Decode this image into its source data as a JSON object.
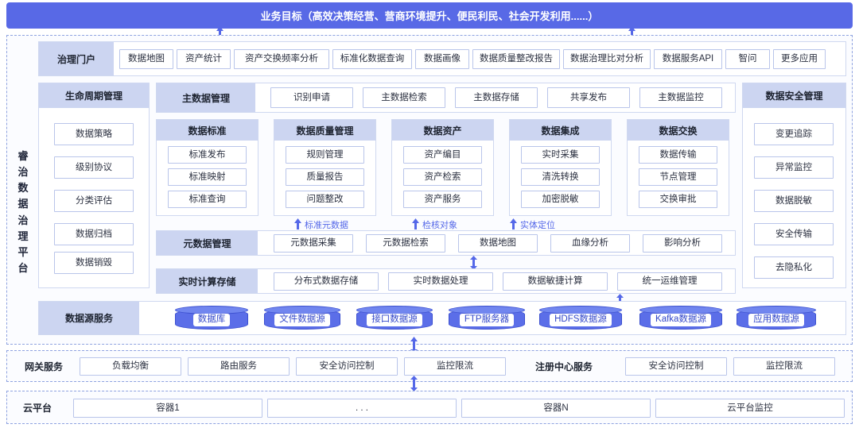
{
  "banner": {
    "title": "业务目标（高效决策经营、营商环境提升、便民利民、社会开发利用......）"
  },
  "side_title": {
    "chars": [
      "睿",
      "治",
      "数",
      "据",
      "治",
      "理",
      "平",
      "台"
    ],
    "full": "睿治数据治理平台"
  },
  "portal": {
    "header": "治理门户",
    "apps": [
      "数据地图",
      "资产统计",
      "资产交换频率分析",
      "标准化数据查询",
      "数据画像",
      "数据质量整改报告",
      "数据治理比对分析",
      "数据服务API",
      "智问",
      "更多应用"
    ]
  },
  "lifecycle": {
    "header": "生命周期管理",
    "items": [
      "数据策略",
      "级别协议",
      "分类评估",
      "数据归档",
      "数据销毁"
    ]
  },
  "security": {
    "header": "数据安全管理",
    "items": [
      "变更追踪",
      "异常监控",
      "数据脱敏",
      "安全传输",
      "去隐私化"
    ]
  },
  "master_data": {
    "header": "主数据管理",
    "items": [
      "识别申请",
      "主数据检索",
      "主数据存储",
      "共享发布",
      "主数据监控"
    ]
  },
  "groups": [
    {
      "header": "数据标准",
      "items": [
        "标准发布",
        "标准映射",
        "标准查询"
      ]
    },
    {
      "header": "数据质量管理",
      "items": [
        "规则管理",
        "质量报告",
        "问题整改"
      ]
    },
    {
      "header": "数据资产",
      "items": [
        "资产编目",
        "资产检索",
        "资产服务"
      ]
    },
    {
      "header": "数据集成",
      "items": [
        "实时采集",
        "清洗转换",
        "加密脱敏"
      ]
    },
    {
      "header": "数据交换",
      "items": [
        "数据传输",
        "节点管理",
        "交换审批"
      ]
    }
  ],
  "arrow_labels": [
    "标准元数据",
    "检核对象",
    "实体定位"
  ],
  "metadata": {
    "header": "元数据管理",
    "items": [
      "元数据采集",
      "元数据检索",
      "数据地图",
      "血缘分析",
      "影响分析"
    ]
  },
  "realtime": {
    "header": "实时计算存储",
    "items": [
      "分布式数据存储",
      "实时数据处理",
      "数据敏捷计算",
      "统一运维管理"
    ]
  },
  "datasource": {
    "header": "数据源服务",
    "items": [
      "数据库",
      "文件数据源",
      "接口数据源",
      "FTP服务器",
      "HDFS数据源",
      "Kafka数据源",
      "应用数据源"
    ]
  },
  "gateway": {
    "header": "网关服务",
    "items": [
      "负载均衡",
      "路由服务",
      "安全访问控制",
      "监控限流"
    ],
    "registry_header": "注册中心服务",
    "registry_items": [
      "安全访问控制",
      "监控限流"
    ]
  },
  "cloud": {
    "header": "云平台",
    "items": [
      "容器1",
      ". . .",
      "容器N",
      "云平台监控"
    ]
  },
  "colors": {
    "banner": "#5869e6",
    "header_cell": "#ccd5f1",
    "accent": "#5568e8",
    "cell_border": "#b9c5ea"
  }
}
